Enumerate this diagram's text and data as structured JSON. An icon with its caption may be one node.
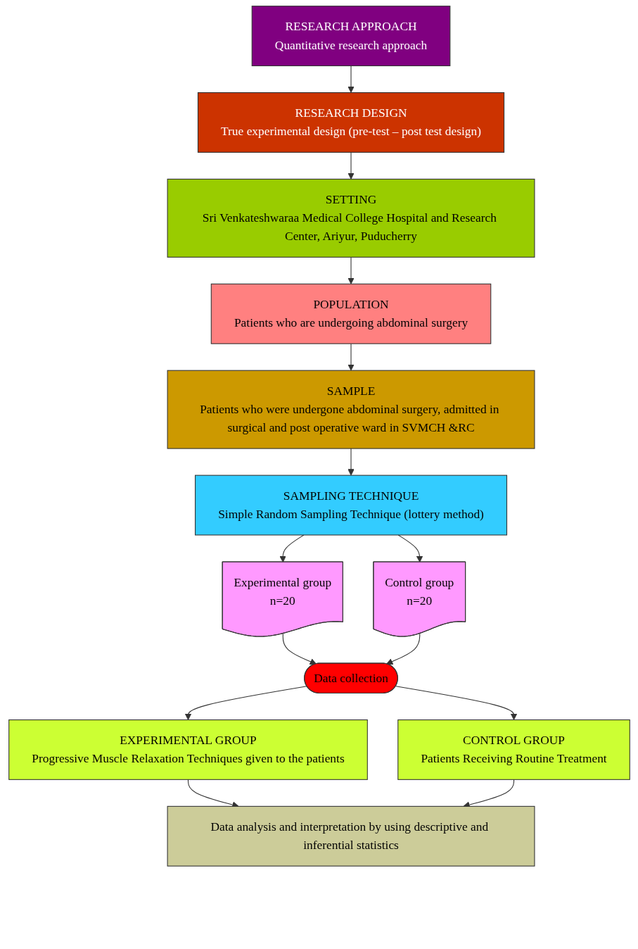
{
  "diagram": {
    "nodes": [
      {
        "text": [
          "RESEARCH APPROACH",
          "Quantitative research approach"
        ]
      },
      {
        "text": [
          "RESEARCH DESIGN",
          "True experimental design (pre-test – post test design)"
        ]
      },
      {
        "text": [
          "SETTING",
          "Sri Venkateshwaraa Medical College Hospital and Research Center, Ariyur, Puducherry"
        ]
      },
      {
        "text": [
          "POPULATION",
          "Patients who are undergoing abdominal surgery"
        ]
      },
      {
        "text": [
          "SAMPLE",
          "Patients who were undergone abdominal surgery, admitted in surgical and post operative ward in SVMCH &RC"
        ]
      },
      {
        "text": [
          "SAMPLING TECHNIQUE",
          "Simple Random Sampling Technique (lottery method)"
        ]
      },
      {
        "text": [
          "Experimental group",
          "n=20"
        ]
      },
      {
        "text": [
          "Control group",
          "n=20"
        ]
      },
      {
        "text": [
          "Data collection"
        ]
      },
      {
        "text": [
          "EXPERIMENTAL GROUP",
          "Progressive Muscle Relaxation Techniques given to the patients"
        ]
      },
      {
        "text": [
          "CONTROL GROUP",
          "Patients Receiving Routine Treatment"
        ]
      },
      {
        "text": [
          "Data analysis and interpretation by using descriptive and inferential statistics"
        ]
      }
    ],
    "edges": [
      {
        "from": 0,
        "to": 1,
        "arrow": "to"
      },
      {
        "from": 1,
        "to": 2,
        "arrow": "to"
      },
      {
        "from": 2,
        "to": 3,
        "arrow": "to"
      },
      {
        "from": 3,
        "to": 4,
        "arrow": "to"
      },
      {
        "from": 4,
        "to": 5,
        "arrow": "to"
      },
      {
        "from": 5,
        "to": 6,
        "arrow": "to"
      },
      {
        "from": 5,
        "to": 7,
        "arrow": "to"
      },
      {
        "from": 6,
        "to": 8,
        "arrow": "to"
      },
      {
        "from": 7,
        "to": 8,
        "arrow": "to"
      },
      {
        "from": 8,
        "to": 9,
        "arrow": "to"
      },
      {
        "from": 8,
        "to": 10,
        "arrow": "to"
      },
      {
        "from": 9,
        "to": 11,
        "arrow": "to"
      },
      {
        "from": 10,
        "to": 11,
        "arrow": "to"
      }
    ]
  }
}
